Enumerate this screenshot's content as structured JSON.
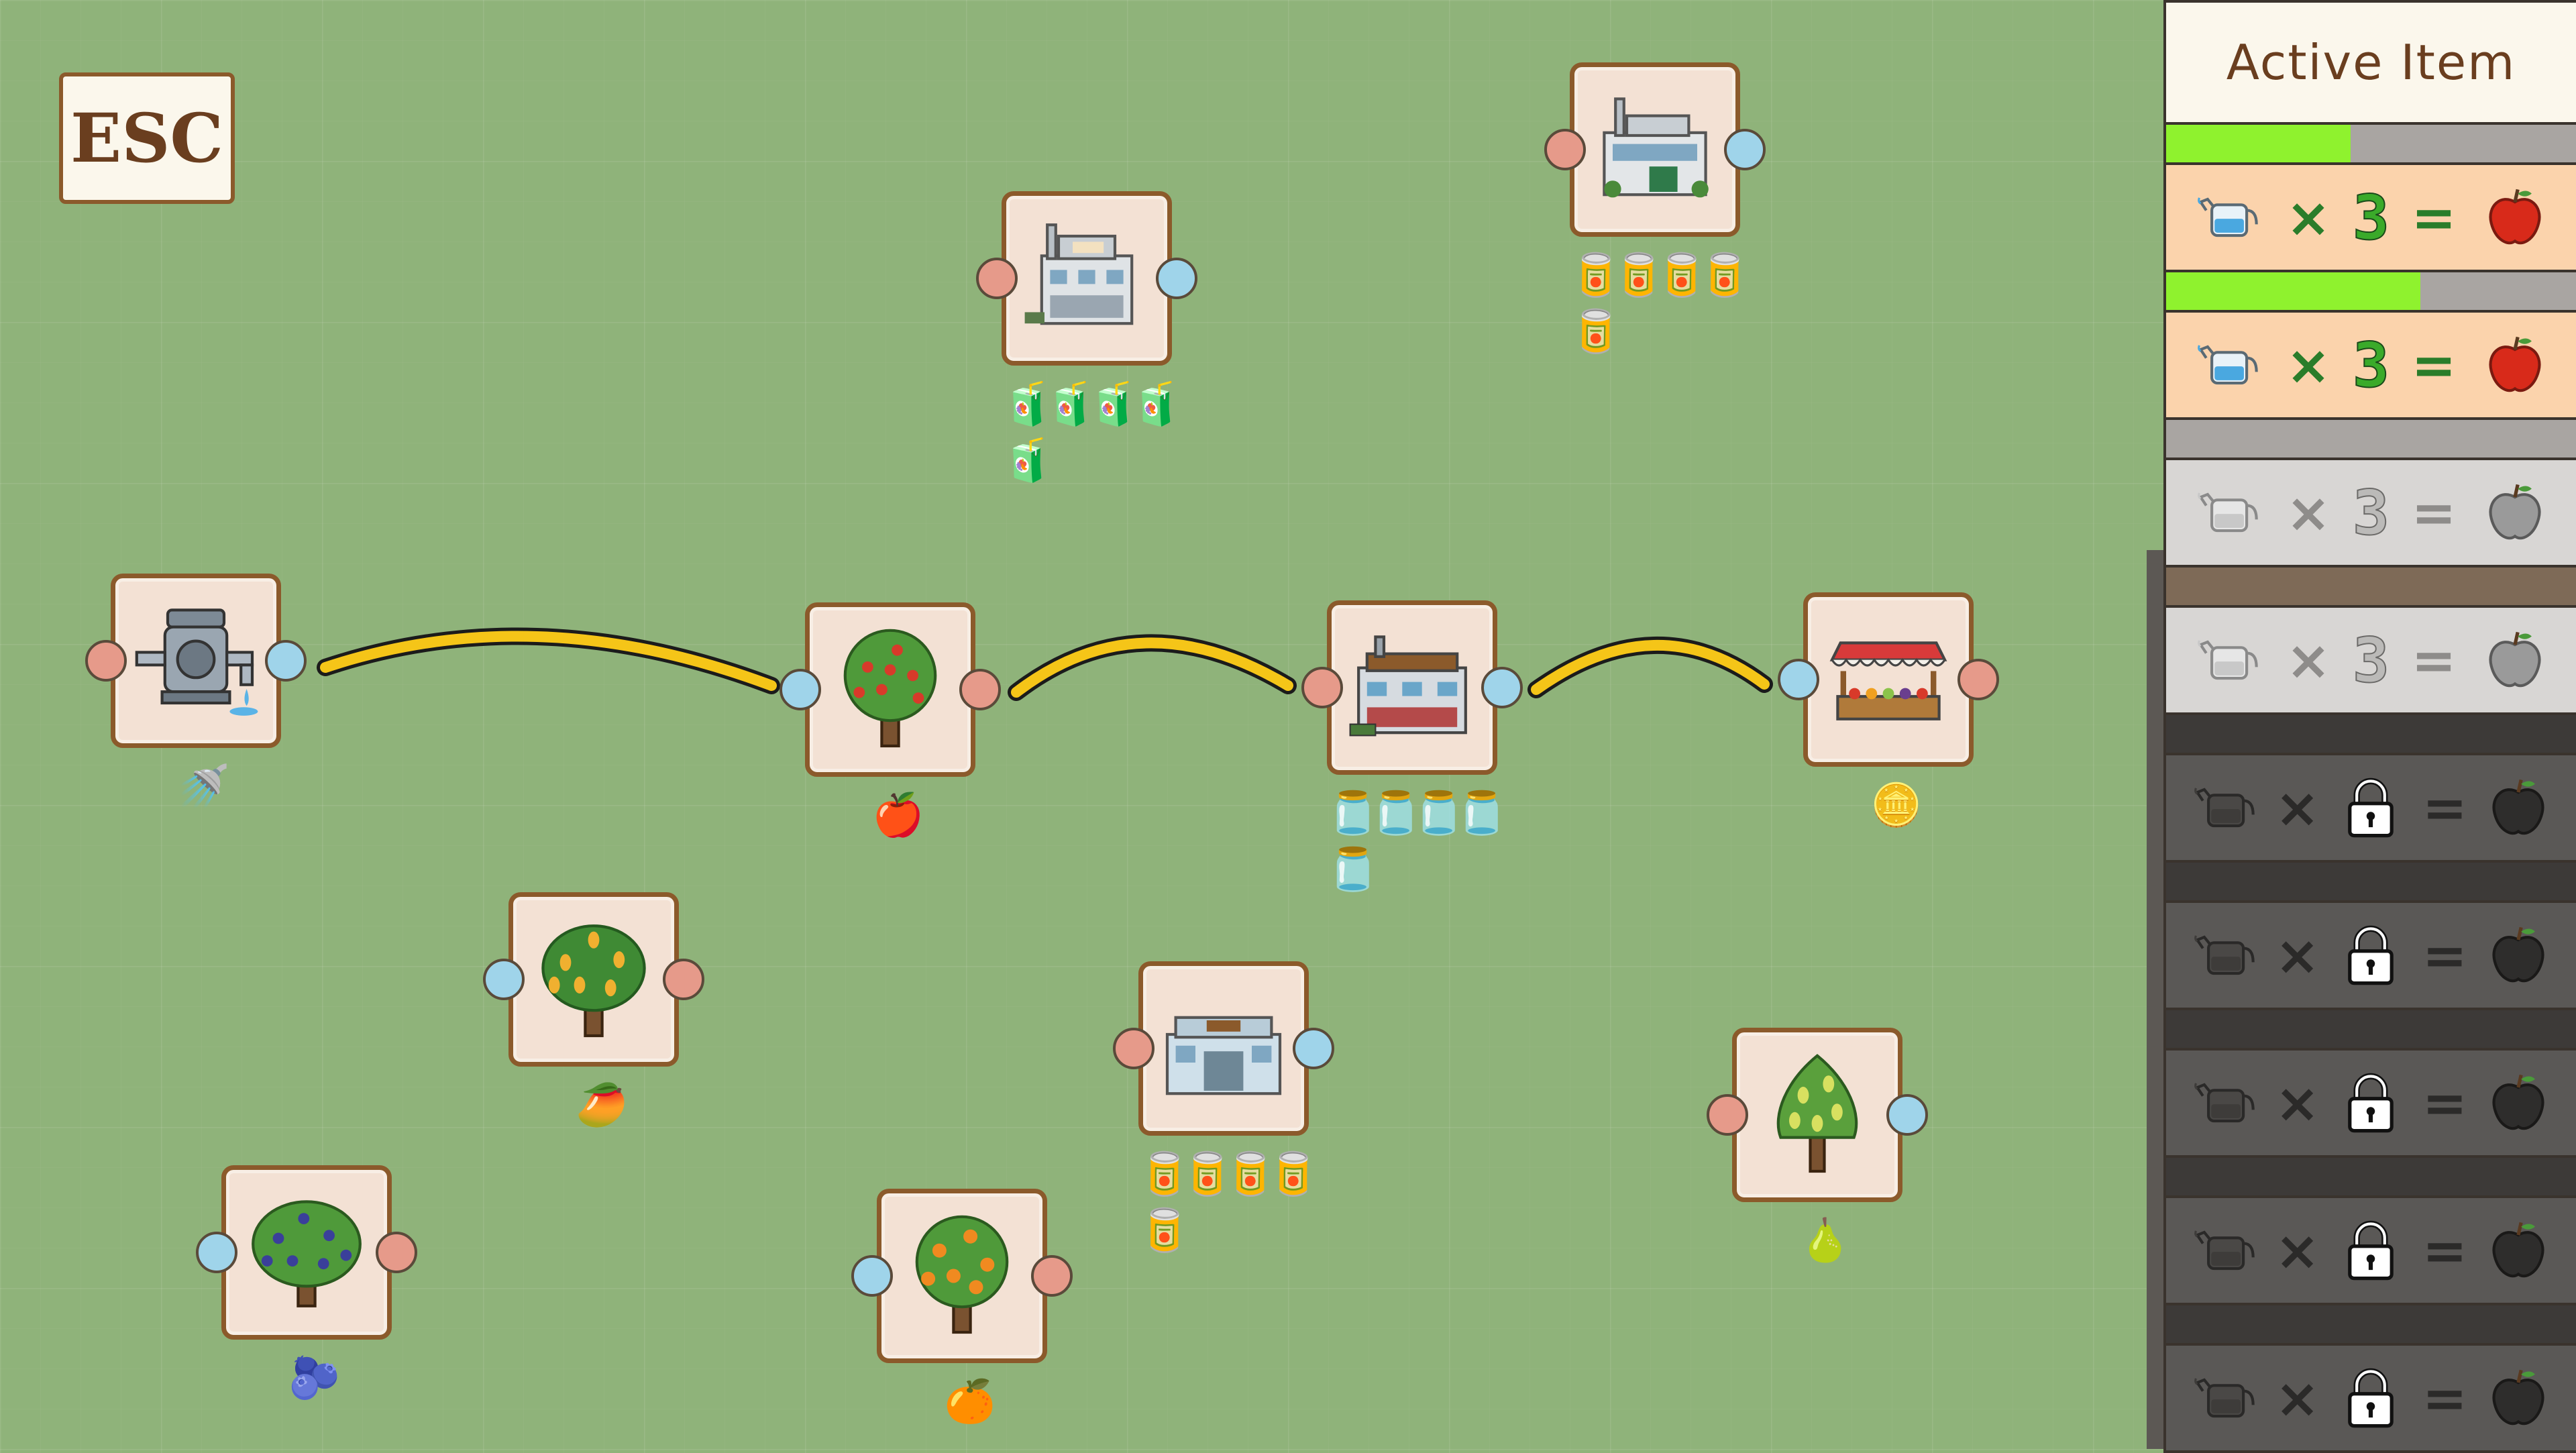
{
  "esc_button": {
    "label": "ESC"
  },
  "sidebar": {
    "title": "Active Item",
    "recipes": [
      {
        "state": "active",
        "progress": 0.45,
        "multiplier": "×",
        "count": "3",
        "equals": "=",
        "input_icon": "watering-can",
        "output_icon": "apple"
      },
      {
        "state": "active",
        "progress": 0.62,
        "multiplier": "×",
        "count": "3",
        "equals": "=",
        "input_icon": "watering-can",
        "output_icon": "apple"
      },
      {
        "state": "idle",
        "progress": 0,
        "multiplier": "×",
        "count": "3",
        "equals": "=",
        "input_icon": "watering-can",
        "output_icon": "apple"
      },
      {
        "state": "idle",
        "progress": 0,
        "multiplier": "×",
        "count": "3",
        "equals": "=",
        "input_icon": "watering-can",
        "output_icon": "apple"
      },
      {
        "state": "locked",
        "multiplier": "×",
        "equals": "=",
        "input_icon": "watering-can",
        "output_icon": "apple",
        "lock_icon": "padlock"
      },
      {
        "state": "locked",
        "multiplier": "×",
        "equals": "=",
        "input_icon": "watering-can",
        "output_icon": "apple",
        "lock_icon": "padlock"
      },
      {
        "state": "locked",
        "multiplier": "×",
        "equals": "=",
        "input_icon": "watering-can",
        "output_icon": "apple",
        "lock_icon": "padlock"
      },
      {
        "state": "locked",
        "multiplier": "×",
        "equals": "=",
        "input_icon": "watering-can",
        "output_icon": "apple",
        "lock_icon": "padlock"
      },
      {
        "state": "locked",
        "multiplier": "×",
        "equals": "=",
        "input_icon": "watering-can",
        "output_icon": "apple",
        "lock_icon": "padlock"
      }
    ]
  },
  "nodes": [
    {
      "id": "water-pump",
      "icon": "water-pump",
      "products": [
        "🚿"
      ]
    },
    {
      "id": "apple-tree",
      "icon": "apple-tree",
      "products": [
        "🍎"
      ]
    },
    {
      "id": "jam-factory",
      "icon": "fruit-jam-factory",
      "products": [
        "🫙",
        "🫙",
        "🫙",
        "🫙",
        "🫙"
      ]
    },
    {
      "id": "market-stall",
      "icon": "market-stall",
      "products": [
        "🪙"
      ]
    },
    {
      "id": "juice-factory",
      "icon": "juice-factory",
      "products": [
        "🧃",
        "🧃",
        "🧃",
        "🧃",
        "🧃"
      ]
    },
    {
      "id": "snack-factory",
      "icon": "snack-factory",
      "products": [
        "🥫",
        "🥫",
        "🥫",
        "🥫",
        "🥫"
      ]
    },
    {
      "id": "mango-tree",
      "icon": "mango-tree",
      "products": [
        "🥭"
      ]
    },
    {
      "id": "cannery",
      "icon": "cannery",
      "products": [
        "🥫",
        "🥫",
        "🥫",
        "🥫",
        "🥫"
      ]
    },
    {
      "id": "pear-tree",
      "icon": "pear-tree",
      "products": [
        "🍐"
      ]
    },
    {
      "id": "blueberry-bush",
      "icon": "blueberry-bush",
      "products": [
        "🫐"
      ]
    },
    {
      "id": "orange-tree",
      "icon": "orange-tree",
      "products": [
        "🍊"
      ]
    }
  ],
  "links": [
    {
      "from": "water-pump",
      "to": "apple-tree"
    },
    {
      "from": "apple-tree",
      "to": "jam-factory"
    },
    {
      "from": "jam-factory",
      "to": "market-stall"
    }
  ],
  "colors": {
    "background": "#8fb37a",
    "link": "#f5c518",
    "port_in": "#e69a8a",
    "port_out": "#9fd4ea",
    "card": "#f3e1d4",
    "card_border": "#8b5a2b",
    "progress": "#8ff22e",
    "active_row": "#fbd3ac"
  }
}
